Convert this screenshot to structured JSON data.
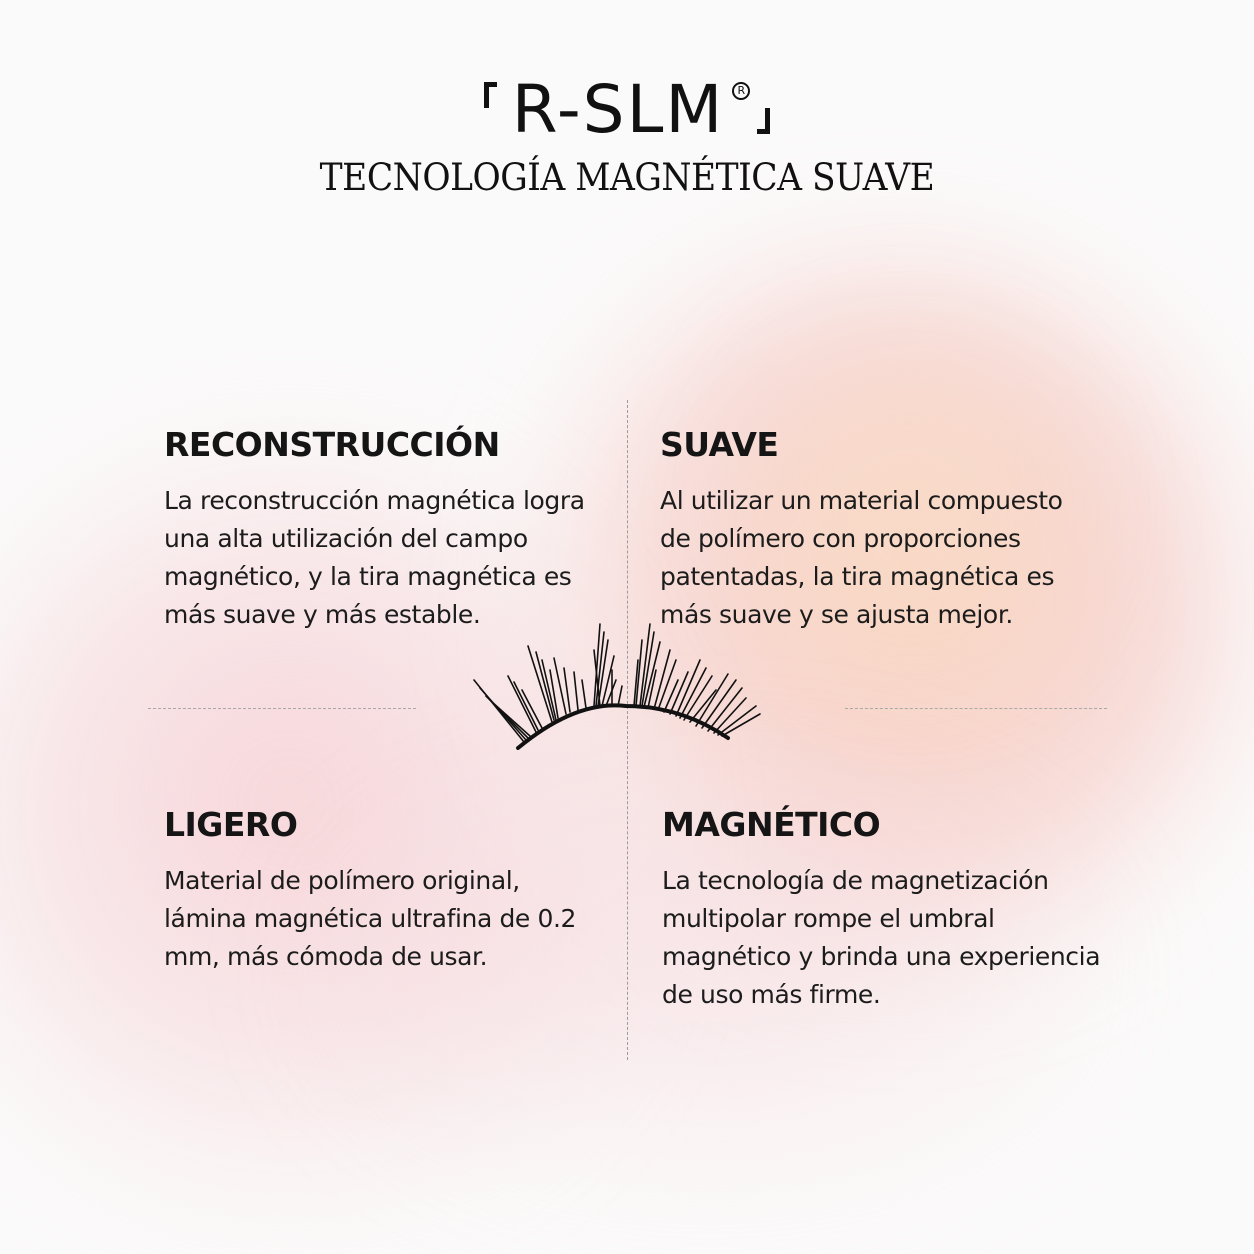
{
  "header": {
    "logo": "R-SLM",
    "registered_mark": "R",
    "subtitle": "TECNOLOGÍA MAGNÉTICA SUAVE"
  },
  "features": [
    {
      "title": "RECONSTRUCCIÓN",
      "text": "La reconstrucción magnética logra una alta utilización del campo magnético, y la tira magnética es más suave y más estable."
    },
    {
      "title": "SUAVE",
      "text": "Al utilizar un material compuesto de polímero con proporciones patentadas, la tira magnética es más suave y se ajusta mejor."
    },
    {
      "title": "LIGERO",
      "text": "Material de polímero original, lámina magnética ultrafina de 0.2 mm, más cómoda de usar."
    },
    {
      "title": "MAGNÉTICO",
      "text": "La tecnología de magnetización multipolar rompe el umbral magnético y brinda una experiencia de uso más firme."
    }
  ],
  "colors": {
    "text": "#161616",
    "background": "#fbfafa",
    "accent_pink": "#f4c8cc",
    "accent_peach": "#f8cdb4",
    "divider": "#9b9b9b"
  },
  "icons": {
    "lash": "eyelash-icon"
  }
}
